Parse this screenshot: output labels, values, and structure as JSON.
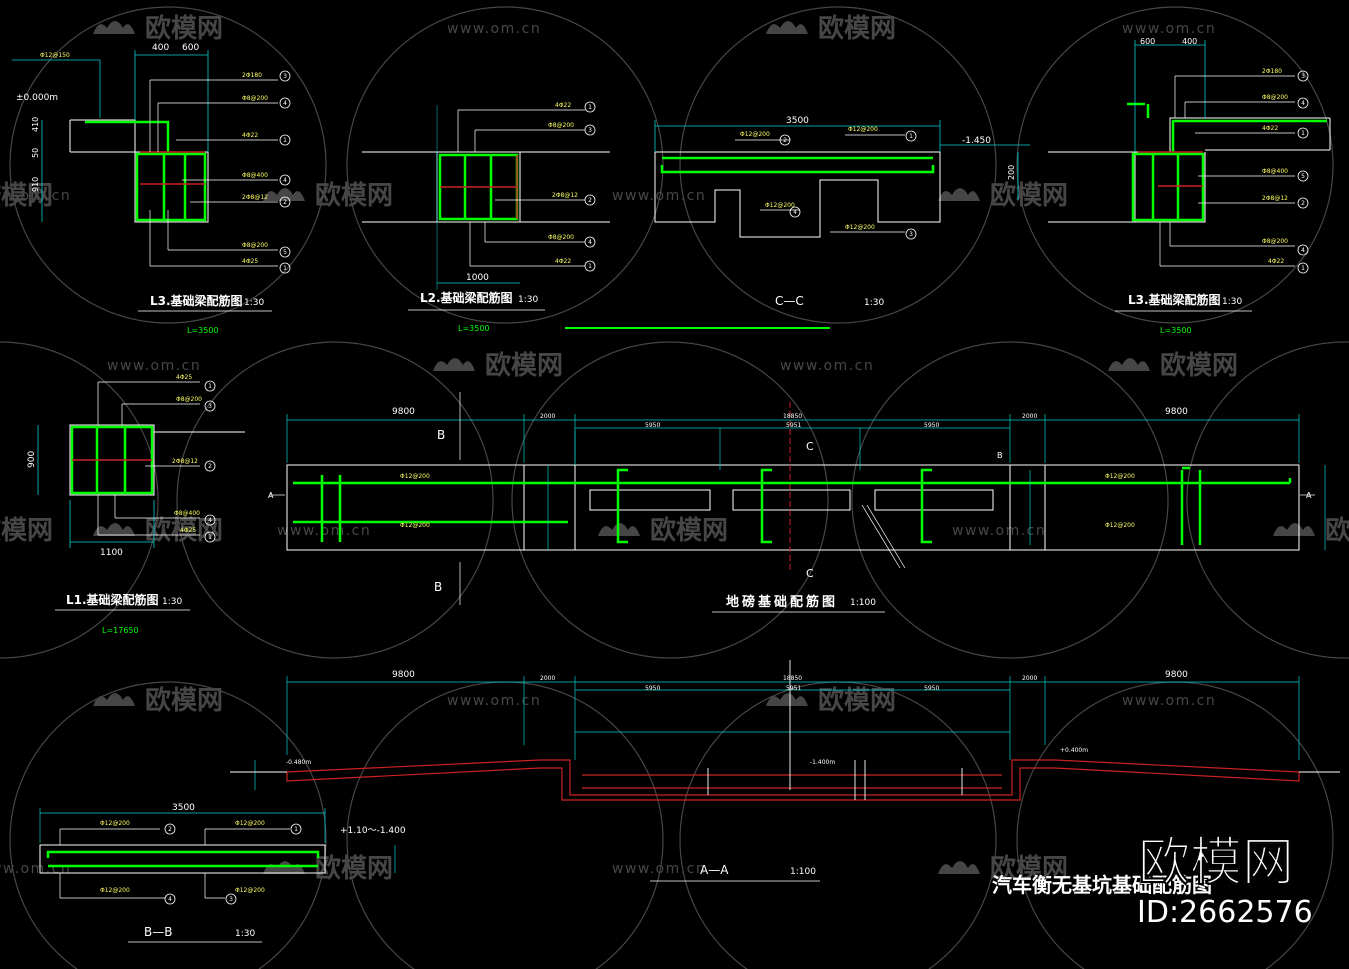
{
  "watermark": {
    "brand": "欧模网",
    "url": "www.om.cn"
  },
  "stamp": {
    "brand": "欧模网",
    "id": "ID:2662576"
  },
  "sheet_title": "汽车衡无基坑基础配筋图",
  "colors": {
    "background": "#000000",
    "rebar": "#00ff00",
    "outline": "#ffffff",
    "dimension": "#00cfcf",
    "label_text": "#ffff66",
    "section_fill": "#cc2222"
  },
  "details": {
    "l3_left": {
      "title": "L3.基础梁配筋图",
      "scale": "1:30",
      "length": "L=3500",
      "dims": {
        "top_a": "400",
        "top_b": "600",
        "h1": "410",
        "h2": "50",
        "h3": "910"
      },
      "elevation": "±0.000m",
      "rebar": [
        "Φ12@150",
        "2Φ180",
        "Φ8@200",
        "4Φ22",
        "Φ8@400",
        "2Φ8@12",
        "Φ8@200",
        "4Φ25"
      ],
      "marks": [
        "3",
        "4",
        "1",
        "4",
        "2",
        "5",
        "1"
      ]
    },
    "l2": {
      "title": "L2.基础梁配筋图",
      "scale": "1:30",
      "length": "L=3500",
      "width": "1000",
      "rebar": [
        "4Φ22",
        "Φ8@200",
        "2Φ8@12",
        "Φ8@200",
        "4Φ22"
      ],
      "marks": [
        "1",
        "3",
        "2",
        "4",
        "1"
      ]
    },
    "section_cc": {
      "title": "C—C",
      "scale": "1:30",
      "width": "3500",
      "elevation": "-1.450",
      "height": "200",
      "rebar": [
        "Φ12@200",
        "Φ12@200",
        "Φ12@200",
        "Φ12@200"
      ],
      "marks": [
        "2",
        "1",
        "4",
        "3"
      ]
    },
    "l3_right": {
      "title": "L3.基础梁配筋图",
      "scale": "1:30",
      "length": "L=3500",
      "dims": {
        "top_a": "600",
        "top_b": "400"
      },
      "rebar": [
        "2Φ180",
        "Φ8@200",
        "4Φ22",
        "Φ8@400",
        "2Φ8@12",
        "Φ8@200",
        "4Φ22"
      ],
      "marks": [
        "3",
        "4",
        "1",
        "5",
        "2",
        "4",
        "1"
      ]
    },
    "l1": {
      "title": "L1.基础梁配筋图",
      "scale": "1:30",
      "length": "L=17650",
      "height": "900",
      "width": "1100",
      "rebar": [
        "4Φ25",
        "Φ8@200",
        "2Φ8@12",
        "Φ8@400",
        "4Φ25"
      ],
      "marks": [
        "1",
        "3",
        "2",
        "4",
        "1"
      ]
    },
    "plan": {
      "title": "地磅基础配筋图",
      "scale": "1:100",
      "dims": [
        "9800",
        "2000",
        "18850",
        "2000",
        "9800"
      ],
      "sub_dims": [
        "5950",
        "5951",
        "5950"
      ],
      "rebar": [
        "Φ12@200",
        "Φ12@200",
        "Φ12@200",
        "Φ12@200"
      ],
      "section_marks": [
        "A",
        "A",
        "B",
        "B",
        "B",
        "C",
        "C"
      ]
    },
    "section_aa": {
      "title": "A—A",
      "scale": "1:100",
      "dims": [
        "9800",
        "2000",
        "18850",
        "2000",
        "9800"
      ],
      "sub_dims": [
        "5950",
        "5951",
        "5950"
      ],
      "elevations": [
        "-0.480m",
        "-1.400m",
        "+0.400m"
      ]
    },
    "section_bb": {
      "title": "B—B",
      "scale": "1:30",
      "width": "3500",
      "elevation": "+1.10～-1.400",
      "rebar": [
        "Φ12@200",
        "Φ12@200",
        "Φ12@200",
        "Φ12@200"
      ],
      "marks": [
        "2",
        "1",
        "4",
        "3"
      ]
    }
  }
}
